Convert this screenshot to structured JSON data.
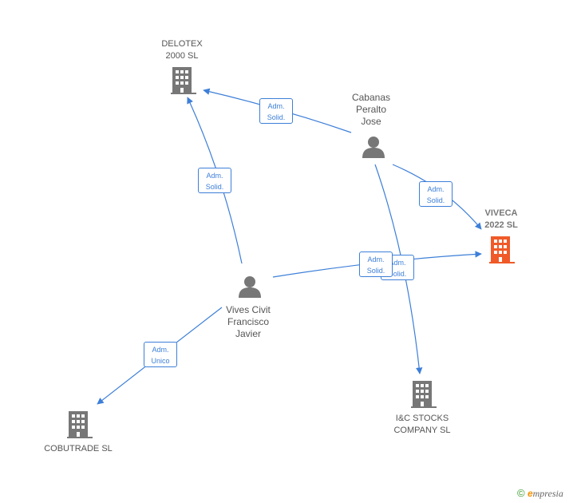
{
  "nodes": {
    "delotex": {
      "line1": "DELOTEX",
      "line2": "2000  SL",
      "kind": "company"
    },
    "cabanas": {
      "line1": "Cabanas",
      "line2": "Peralto",
      "line3": "Jose",
      "kind": "person"
    },
    "viveca": {
      "line1": "VIVECA",
      "line2": "2022  SL",
      "kind": "company-main"
    },
    "vives": {
      "line1": "Vives Civit",
      "line2": "Francisco",
      "line3": "Javier",
      "kind": "person"
    },
    "cobutrade": {
      "line1": "COBUTRADE SL",
      "kind": "company"
    },
    "ic_stocks": {
      "line1": "I&C STOCKS",
      "line2": "COMPANY  SL",
      "kind": "company"
    }
  },
  "edges": [
    {
      "from": "cabanas",
      "to": "delotex",
      "label1": "Adm.",
      "label2": "Solid."
    },
    {
      "from": "vives",
      "to": "delotex",
      "label1": "Adm.",
      "label2": "Solid."
    },
    {
      "from": "cabanas",
      "to": "viveca",
      "label1": "Adm.",
      "label2": "Solid."
    },
    {
      "from": "vives",
      "to": "viveca",
      "label1": "Adm.",
      "label2": "Solid."
    },
    {
      "from": "cabanas",
      "to": "ic_stocks",
      "label1": "Adm.",
      "label2": "Solid."
    },
    {
      "from": "vives",
      "to": "cobutrade",
      "label1": "Adm.",
      "label2": "Unico"
    }
  ],
  "colors": {
    "edge": "#3d7fd8",
    "icon": "#777777",
    "main_icon": "#f05a28"
  },
  "footer": {
    "copyright": "©",
    "brand_initial": "e",
    "brand_rest": "mpresia"
  }
}
